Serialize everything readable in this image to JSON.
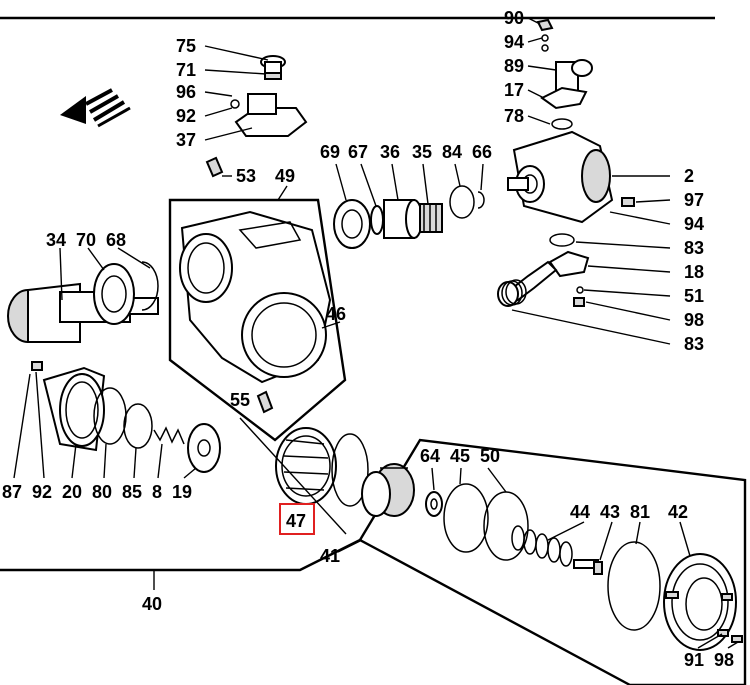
{
  "highlight_color": "#e02020",
  "labels": {
    "p90": "90",
    "p94a": "94",
    "p89": "89",
    "p17": "17",
    "p78": "78",
    "p75": "75",
    "p71": "71",
    "p96": "96",
    "p92a": "92",
    "p37": "37",
    "p53": "53",
    "p49": "49",
    "p69": "69",
    "p67": "67",
    "p36": "36",
    "p35": "35",
    "p84": "84",
    "p66": "66",
    "p2": "2",
    "p97": "97",
    "p94b": "94",
    "p83a": "83",
    "p18": "18",
    "p51": "51",
    "p98a": "98",
    "p83b": "83",
    "p34": "34",
    "p70": "70",
    "p68": "68",
    "p46": "46",
    "p55": "55",
    "p87": "87",
    "p92b": "92",
    "p20": "20",
    "p80": "80",
    "p85": "85",
    "p8": "8",
    "p19": "19",
    "p47": "47",
    "p64": "64",
    "p45": "45",
    "p50": "50",
    "p41": "41",
    "p44": "44",
    "p43": "43",
    "p81": "81",
    "p42": "42",
    "p91": "91",
    "p98b": "98",
    "p40": "40"
  },
  "icons": {
    "direction_arrow": "arrow-left-icon"
  }
}
